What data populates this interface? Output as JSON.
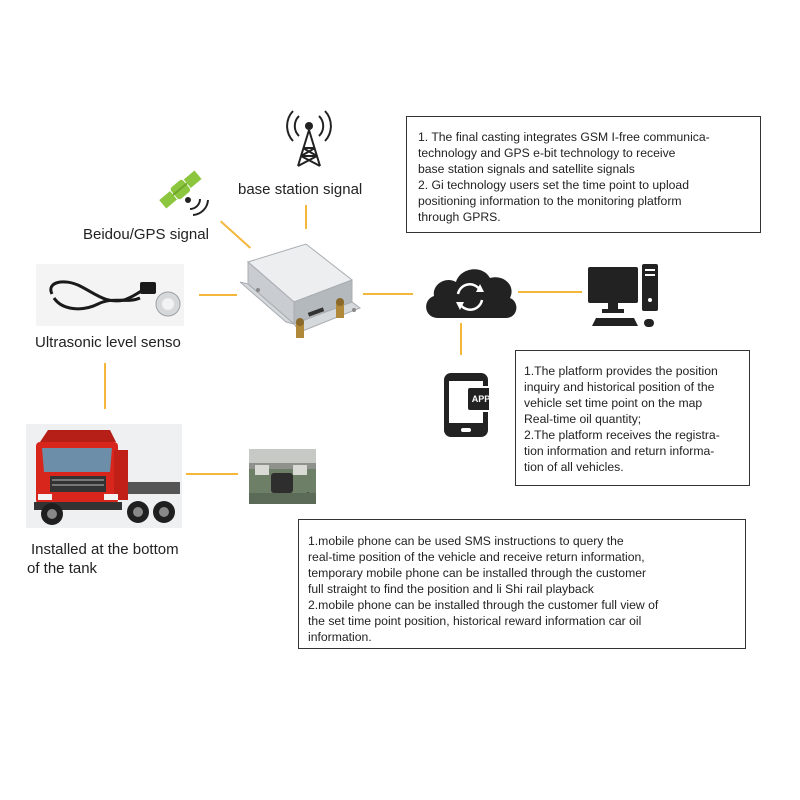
{
  "labels": {
    "base_station": "base station signal",
    "beidou_gps": "Beidou/GPS signal",
    "ultrasonic": "Ultrasonic level senso",
    "installed_line1": "Installed at the bottom",
    "installed_line2": "of the tank",
    "app": "APP"
  },
  "boxes": {
    "device_info": [
      "1. The final casting integrates GSM I-free communica-",
      "technology and GPS e-bit technology to receive",
      "base station signals and satellite signals",
      "2. Gi technology users set the time point to upload",
      "positioning information to the monitoring platform",
      "through GPRS."
    ],
    "platform_info": [
      "1.The platform provides the position",
      "inquiry and historical position of the",
      "vehicle set time point on the map",
      "Real-time oil quantity;",
      "2.The platform receives the registra-",
      "tion information and return informa-",
      "tion of all vehicles."
    ],
    "mobile_info": [
      "1.mobile phone can be used SMS instructions to query the",
      "real-time position of the vehicle and receive return information,",
      "temporary mobile phone can be installed through the customer",
      "full straight to find the position and li Shi rail playback",
      "2.mobile phone can be installed through the customer full view of",
      "the set time point position, historical reward information car oil",
      "information."
    ]
  },
  "colors": {
    "connector": "#f4b73c",
    "satellite_green": "#8cc63f",
    "icon_dark": "#222222",
    "truck_red": "#d8261c",
    "device_silver": "#d9dde0"
  },
  "icons": [
    "antenna-tower-icon",
    "satellite-icon",
    "cloud-sync-icon",
    "desktop-computer-icon",
    "mobile-app-icon"
  ]
}
